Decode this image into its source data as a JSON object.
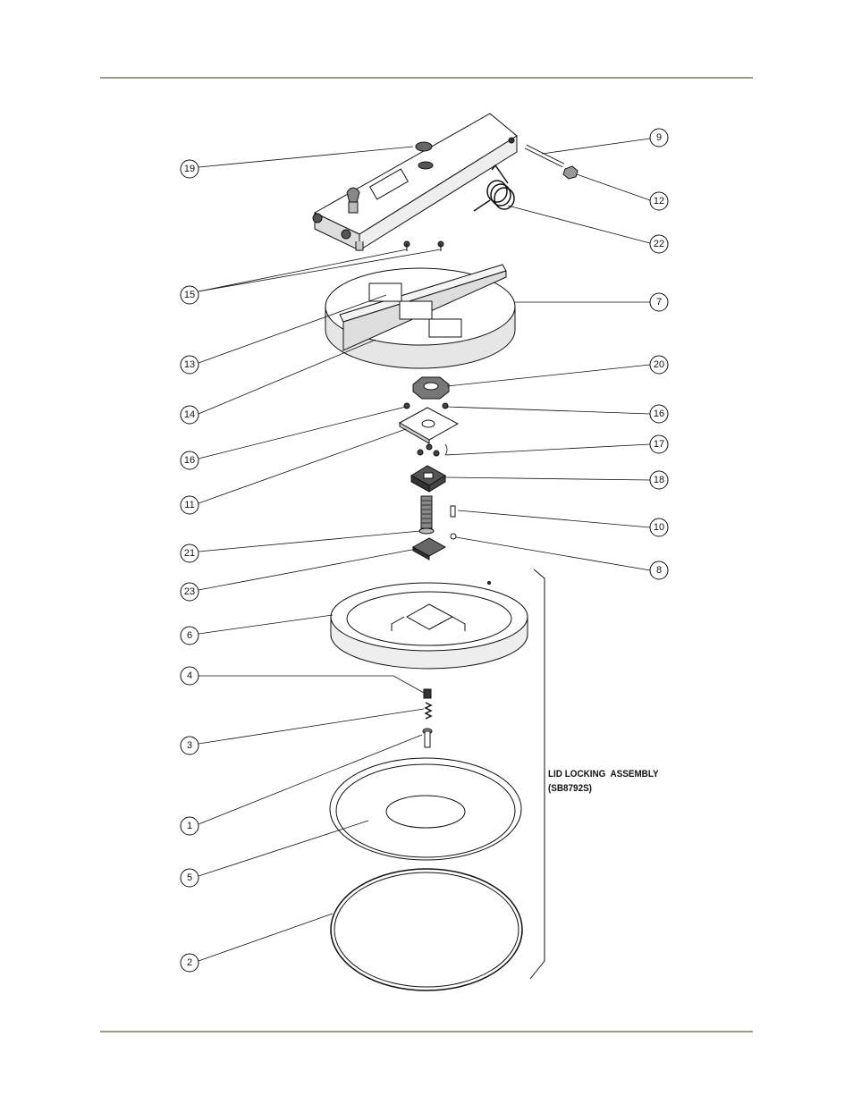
{
  "callouts": [
    {
      "id": "c19",
      "label": "19"
    },
    {
      "id": "c9",
      "label": "9"
    },
    {
      "id": "c12",
      "label": "12"
    },
    {
      "id": "c22",
      "label": "22"
    },
    {
      "id": "c15",
      "label": "15"
    },
    {
      "id": "c7",
      "label": "7"
    },
    {
      "id": "c13",
      "label": "13"
    },
    {
      "id": "c20",
      "label": "20"
    },
    {
      "id": "c14",
      "label": "14"
    },
    {
      "id": "c16a",
      "label": "16"
    },
    {
      "id": "c16b",
      "label": "16"
    },
    {
      "id": "c17",
      "label": "17"
    },
    {
      "id": "c11",
      "label": "11"
    },
    {
      "id": "c18",
      "label": "18"
    },
    {
      "id": "c10",
      "label": "10"
    },
    {
      "id": "c21",
      "label": "21"
    },
    {
      "id": "c8",
      "label": "8"
    },
    {
      "id": "c23",
      "label": "23"
    },
    {
      "id": "c6",
      "label": "6"
    },
    {
      "id": "c4",
      "label": "4"
    },
    {
      "id": "c3",
      "label": "3"
    },
    {
      "id": "c1",
      "label": "1"
    },
    {
      "id": "c5",
      "label": "5"
    },
    {
      "id": "c2",
      "label": "2"
    }
  ],
  "assembly": {
    "line1": "LID LOCKING  ASSEMBLY",
    "line2": "(SB8792S)"
  },
  "colors": {
    "rule": "#9a9a86",
    "ink": "#111111"
  }
}
